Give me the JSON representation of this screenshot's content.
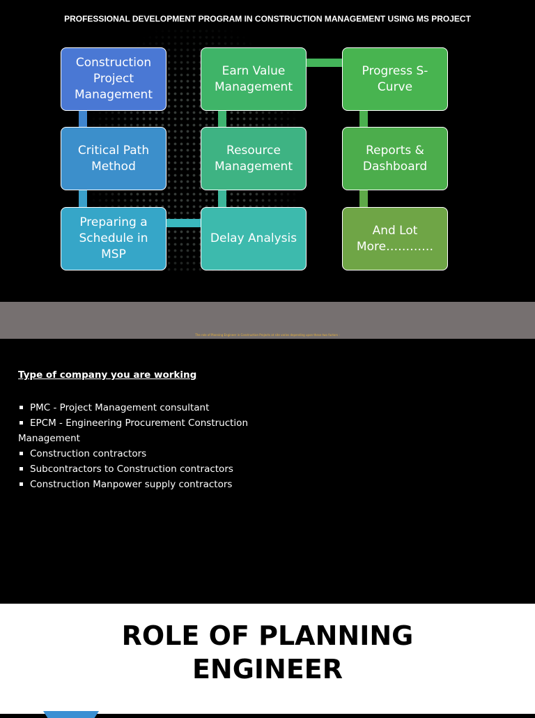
{
  "slide1": {
    "title": "PROFESSIONAL DEVELOPMENT PROGRAM IN CONSTRUCTION MANAGEMENT USING MS PROJECT",
    "nodes": [
      {
        "label": "Construction Project Management",
        "color": "#4A78D4"
      },
      {
        "label": "Critical Path Method",
        "color": "#3C8FCB"
      },
      {
        "label": "Preparing a Schedule in MSP",
        "color": "#36A6C8"
      },
      {
        "label": "Earn Value Management",
        "color": "#3FB468"
      },
      {
        "label": "Resource Management",
        "color": "#3EB383"
      },
      {
        "label": "Delay Analysis",
        "color": "#3DBAAD"
      },
      {
        "label": "Progress S-Curve",
        "color": "#48B450"
      },
      {
        "label": "Reports & Dashboard",
        "color": "#4CAD4C"
      },
      {
        "label": "And Lot More…………",
        "color": "#6FA546"
      }
    ]
  },
  "band": {
    "text": "The role of Planning Engineer in Construction Projects at site varies depending upon these two factors :"
  },
  "slide2": {
    "heading": "Type of company you are working",
    "items": [
      "PMC - Project Management consultant",
      "EPCM - Engineering Procurement Construction Management",
      "Construction contractors",
      "Subcontractors to Construction contractors",
      "Construction Manpower supply contractors"
    ]
  },
  "slide3": {
    "title_line1": "ROLE OF PLANNING",
    "title_line2": "ENGINEER"
  }
}
